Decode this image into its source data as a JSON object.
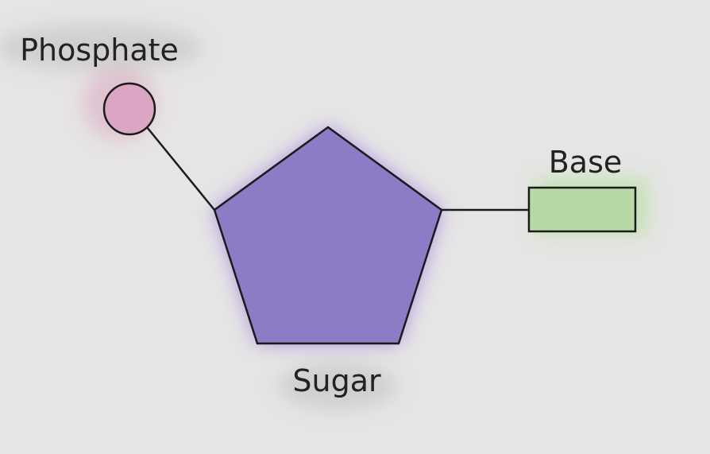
{
  "labels": {
    "phosphate": "Phosphate",
    "base": "Base",
    "sugar": "Sugar"
  },
  "colors": {
    "background": "#e6e4e4",
    "phosphate": "#dba6c4",
    "sugar": "#8c7cc6",
    "base": "#b7d9a6",
    "stroke": "#1a1a1a"
  }
}
